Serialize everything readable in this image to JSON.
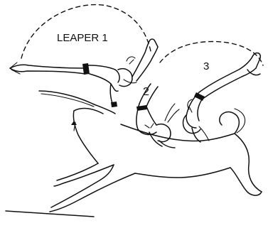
{
  "labels": {
    "leaper_1": "LEAPER 1",
    "leaper_2": "2",
    "leaper_3": "3"
  },
  "colors": {
    "ink": "#111111",
    "background": "#ffffff"
  }
}
